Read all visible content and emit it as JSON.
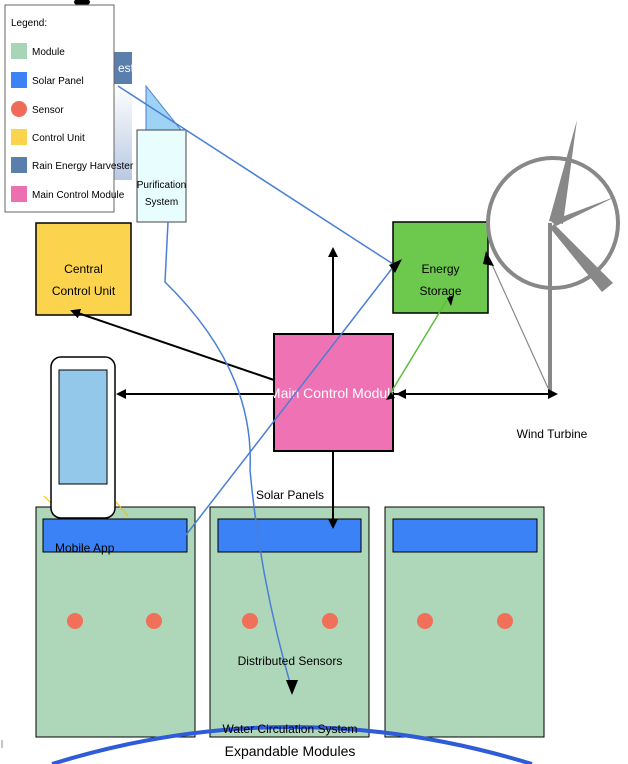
{
  "legend": {
    "title": "Legend:",
    "items": [
      {
        "label": "Module",
        "color": "#a8d5b5",
        "shape": "square"
      },
      {
        "label": "Solar Panel",
        "color": "#3b82f6",
        "shape": "square"
      },
      {
        "label": "Sensor",
        "color": "#ef6b57",
        "shape": "circle"
      },
      {
        "label": "Control Unit",
        "color": "#fcd34d",
        "shape": "square"
      },
      {
        "label": "Rain Energy Harvester",
        "color": "#5b7fad",
        "shape": "square"
      },
      {
        "label": "Main Control Module",
        "color": "#ec6fb0",
        "shape": "square"
      }
    ]
  },
  "nodes": {
    "rain_harvester_label": "ester",
    "purification": [
      "Purification",
      "System"
    ],
    "central_control": [
      "Central",
      "Control Unit"
    ],
    "energy_storage": [
      "Energy",
      "Storage"
    ],
    "main_control": "Main Control Module",
    "wind_turbine": "Wind Turbine",
    "solar_panels": "Solar Panels",
    "mobile_app": "Mobile App",
    "distributed_sensors": "Distributed Sensors",
    "water_circulation": "Water Circulation System",
    "expandable_modules": "Expandable Modules"
  },
  "colors": {
    "module": "#aed6b8",
    "solar": "#3b82f6",
    "sensor": "#f0705a",
    "control": "#fcd34d",
    "harvester": "#5b7fad",
    "main": "#ef72b4",
    "storage": "#6cc94e",
    "purification": "#e8fdfd",
    "phone_screen": "#93c8ea",
    "water_line": "#2e5bd8",
    "connector": "#4a7fd6",
    "turbine": "#888888"
  }
}
